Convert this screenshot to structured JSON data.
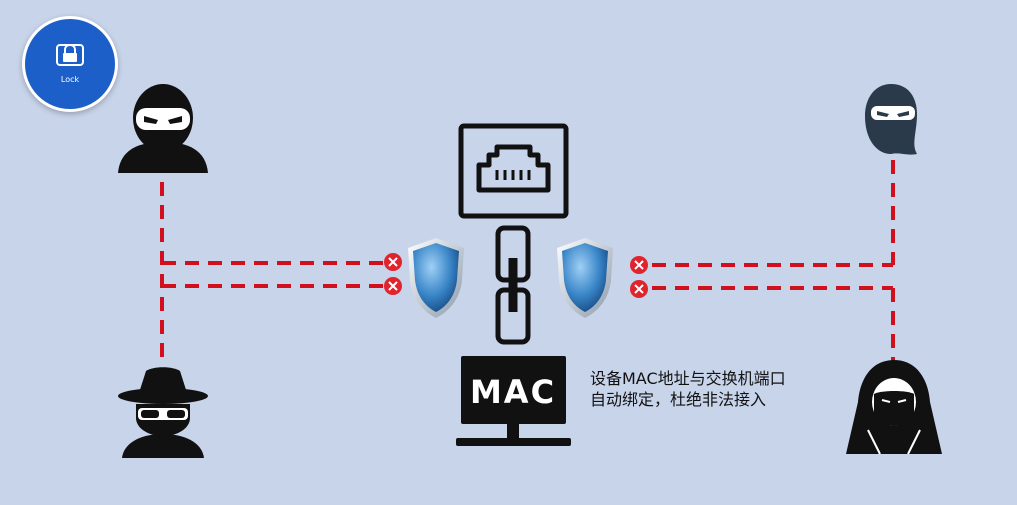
{
  "badge": {
    "label": "Lock",
    "icon": "lock-icon"
  },
  "device": {
    "mac_label": "MAC",
    "icons": [
      "ethernet-port-icon",
      "chain-link-icon",
      "monitor-icon"
    ]
  },
  "caption": {
    "line1": "设备MAC地址与交换机端口",
    "line2": "自动绑定，杜绝非法接入"
  },
  "colors": {
    "background": "#c8d4ea",
    "dashed_line": "#d0101c",
    "block_marker": "#e0242e",
    "shield": "#3a86c8",
    "badge": "#1d5fc9"
  },
  "actors": [
    "hacker-icon",
    "hacker-icon",
    "hacker-icon",
    "hacker-icon"
  ]
}
